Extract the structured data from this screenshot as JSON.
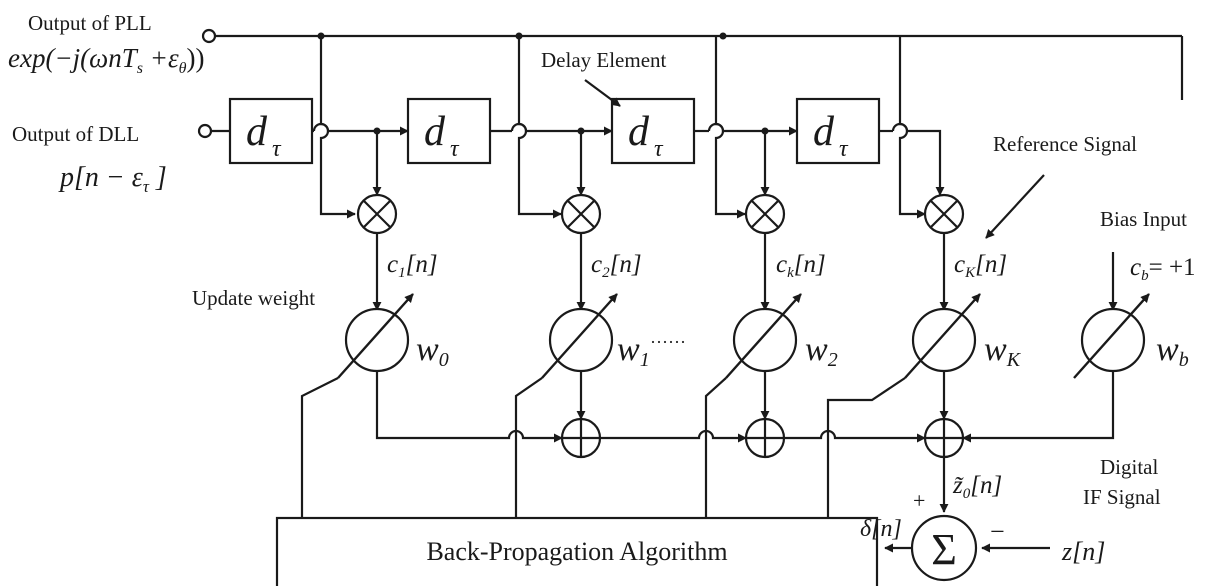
{
  "inputs": {
    "pll_label": "Output of PLL",
    "pll_formula": "exp(−j(ωnT",
    "pll_sub_s": "s",
    "pll_plus": " +ε",
    "pll_sub_theta": "θ",
    "pll_close": "))",
    "dll_label": "Output of DLL",
    "dll_formula": "p[n − ε",
    "dll_sub_tau": "τ",
    "dll_close": " ]"
  },
  "delay": {
    "annotation": "Delay Element",
    "symbol": "d",
    "sub": "τ"
  },
  "reference_label": "Reference Signal",
  "bias": {
    "label": "Bias Input",
    "c": "c",
    "sub": "b",
    "value": "= +1"
  },
  "update_weight_label": "Update weight",
  "taps": [
    {
      "c_sub": "1",
      "w_sub": "0"
    },
    {
      "c_sub": "2",
      "w_sub": "1"
    },
    {
      "c_sub": "k",
      "w_sub": "2"
    },
    {
      "c_sub": "K",
      "w_sub": "K"
    }
  ],
  "tap_arg": "[n]",
  "weight_symbol": "w",
  "bias_weight_sub": "b",
  "ellipsis": "······",
  "output": {
    "z": "z̃",
    "sub": "0",
    "arg": "[n]"
  },
  "summer": {
    "symbol": "Σ",
    "plus": "+",
    "minus": "−"
  },
  "error": {
    "symbol": "δ[n]"
  },
  "reference_input": {
    "line1": "Digital",
    "line2": "IF Signal",
    "symbol": "z[n]"
  },
  "algorithm_box": "Back-Propagation Algorithm",
  "colors": {
    "ink": "#1a1a1a",
    "background": "#ffffff"
  }
}
